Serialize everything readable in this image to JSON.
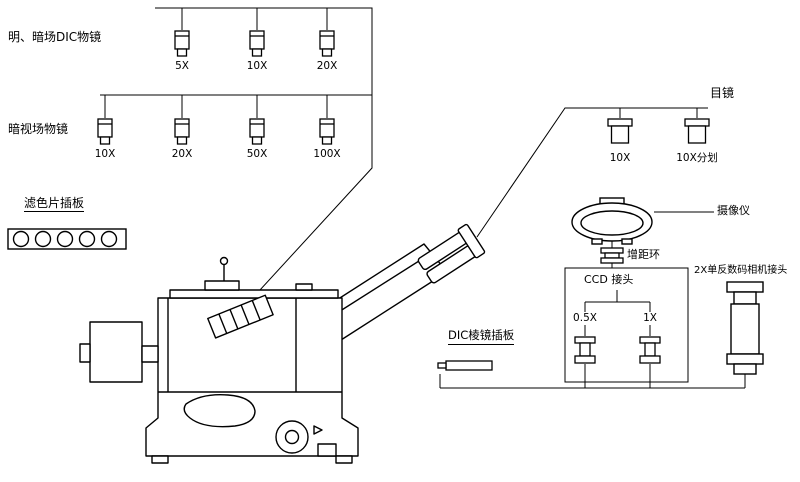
{
  "diagram": {
    "groups": {
      "dic_label": "明、暗场DIC物镜",
      "darkfield_label": "暗视场物镜",
      "filter_label": "滤色片插板",
      "dic_prism_label": "DIC棱镜插板",
      "eyepiece_label": "目镜",
      "camera_label": "摄像仪",
      "extension_ring_label": "增距环",
      "ccd_label": "CCD 接头",
      "slr_label": "2X单反数码相机接头"
    },
    "dic_objectives": [
      "5X",
      "10X",
      "20X"
    ],
    "darkfield_objectives": [
      "10X",
      "20X",
      "50X",
      "100X"
    ],
    "eyepieces": [
      "10X",
      "10X分划"
    ],
    "ccd_adapters": [
      "0.5X",
      "1X"
    ]
  },
  "colors": {
    "ink": "#000000",
    "paper": "#ffffff"
  }
}
